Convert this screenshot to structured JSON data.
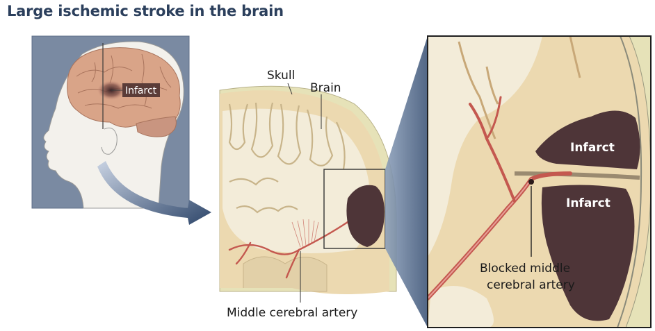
{
  "title": "Large ischemic stroke in the brain",
  "labels": {
    "head_infarct": "Infarct",
    "skull": "Skull",
    "brain": "Brain",
    "middle_cerebral_artery": "Middle cerebral artery",
    "zoom_infarct_upper": "Infarct",
    "zoom_infarct_lower": "Infarct",
    "blocked_artery_line1": "Blocked middle",
    "blocked_artery_line2": "cerebral artery"
  },
  "colors": {
    "title": "#2b3f5c",
    "panel_bg": "#7a8aa2",
    "brain_tissue": "#ecd9b0",
    "white_matter": "#f3ecd9",
    "skull": "#e6e2b8",
    "infarct": "#4e3538",
    "artery": "#c4584f",
    "arrow": "#3c5476"
  }
}
